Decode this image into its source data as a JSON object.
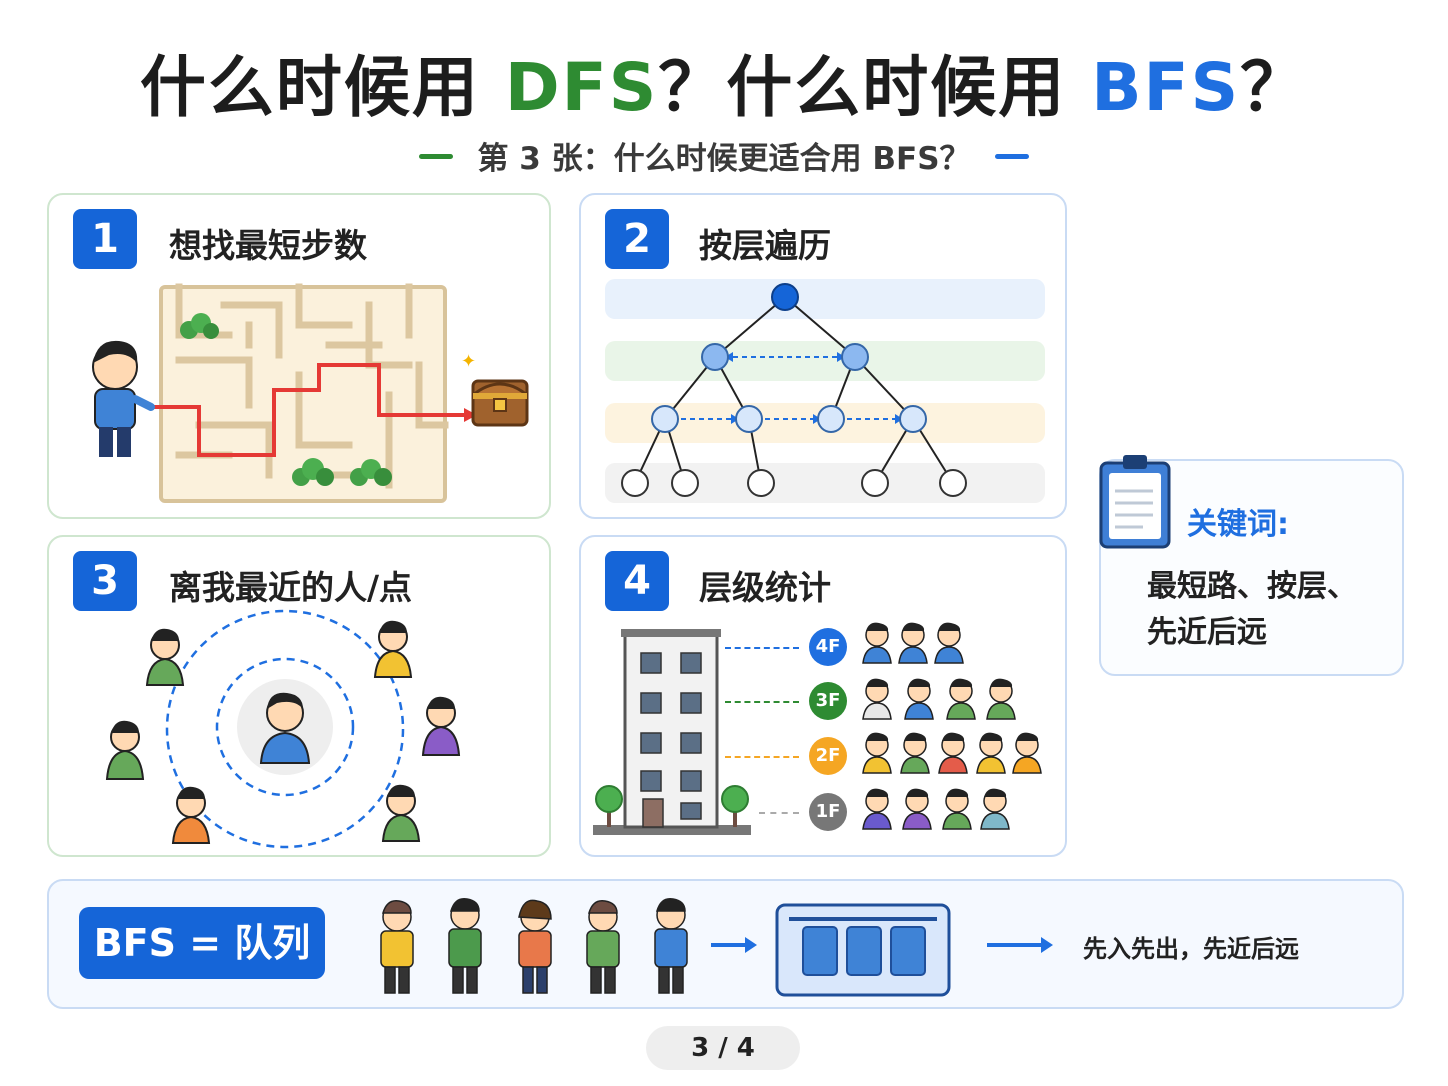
{
  "title": {
    "part1": "什么时候用 ",
    "dfs": "DFS",
    "part2": "？什么时候用 ",
    "bfs": "BFS",
    "part3": "？"
  },
  "subtitle": "第 3 张：什么时候更适合用 BFS？",
  "panels": [
    {
      "number": "1",
      "title": "想找最短步数"
    },
    {
      "number": "2",
      "title": "按层遍历"
    },
    {
      "number": "3",
      "title": "离我最近的人/点"
    },
    {
      "number": "4",
      "title": "层级统计"
    }
  ],
  "floors": [
    "4F",
    "3F",
    "2F",
    "1F"
  ],
  "keywords": {
    "heading": "关键词:",
    "line1": "最短路、按层、",
    "line2": "先近后远"
  },
  "bottom": {
    "badge": "BFS = 队列",
    "caption": "先入先出，先近后远"
  },
  "pager": "3 / 4",
  "colors": {
    "green": "#2e8b32",
    "blue": "#1f6fe0",
    "badge_blue": "#1565d8"
  }
}
